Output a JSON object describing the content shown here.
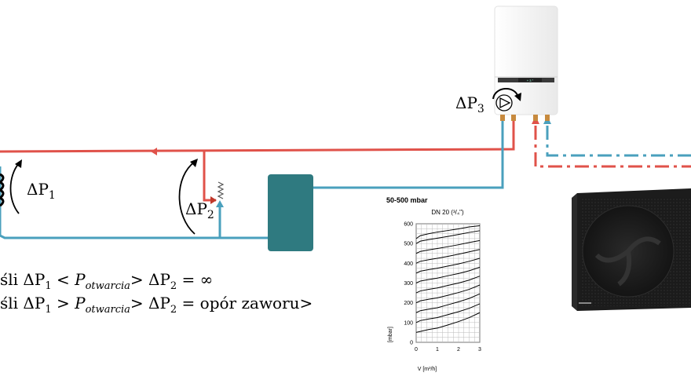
{
  "labels": {
    "dp1": "ΔP",
    "dp1_sub": "1",
    "dp2": "ΔP",
    "dp2_sub": "2",
    "dp3": "ΔP",
    "dp3_sub": "3"
  },
  "equations": {
    "line1": "śli ΔP₁ < Potwarcia> ΔP₂ = ∞",
    "line2": "śli ΔP₁ > Potwarcia> ΔP₂ =  opór zaworu>"
  },
  "boiler": {
    "display_text": "+ 3 °"
  },
  "colors": {
    "supply": "#e0524a",
    "return": "#4aa0bd",
    "tank": "#2f7a80",
    "boiler": "#f7f7f7",
    "heat_pump": "#1c1c1c"
  },
  "chart_title": "50-500 mbar",
  "chart_data": {
    "type": "line",
    "title": "DN 20 (³/₄\")",
    "xlabel": "V [m³/h]",
    "ylabel": "[mbar]",
    "xlim": [
      0,
      3
    ],
    "ylim": [
      0,
      600
    ],
    "xticks": [
      "0",
      "1",
      "2",
      "3"
    ],
    "yticks": [
      "0",
      "100",
      "200",
      "300",
      "400",
      "500",
      "600"
    ],
    "grid": true,
    "series": [
      {
        "x": [
          0,
          0.2,
          0.6,
          1,
          1.5,
          2,
          2.5,
          3
        ],
        "y": [
          50,
          55,
          65,
          72,
          88,
          105,
          125,
          150
        ]
      },
      {
        "x": [
          0,
          0.2,
          0.6,
          1,
          1.5,
          2,
          2.5,
          3
        ],
        "y": [
          100,
          110,
          118,
          125,
          140,
          155,
          172,
          195
        ]
      },
      {
        "x": [
          0,
          0.2,
          0.6,
          1,
          1.5,
          2,
          2.5,
          3
        ],
        "y": [
          150,
          160,
          168,
          175,
          190,
          205,
          222,
          245
        ]
      },
      {
        "x": [
          0,
          0.2,
          0.6,
          1,
          1.5,
          2,
          2.5,
          3
        ],
        "y": [
          200,
          210,
          218,
          225,
          238,
          252,
          268,
          290
        ]
      },
      {
        "x": [
          0,
          0.2,
          0.6,
          1,
          1.5,
          2,
          2.5,
          3
        ],
        "y": [
          250,
          260,
          268,
          275,
          288,
          300,
          315,
          335
        ]
      },
      {
        "x": [
          0,
          0.2,
          0.6,
          1,
          1.5,
          2,
          2.5,
          3
        ],
        "y": [
          300,
          310,
          318,
          325,
          337,
          348,
          362,
          380
        ]
      },
      {
        "x": [
          0,
          0.2,
          0.6,
          1,
          1.5,
          2,
          2.5,
          3
        ],
        "y": [
          350,
          360,
          368,
          375,
          386,
          397,
          410,
          425
        ]
      },
      {
        "x": [
          0,
          0.2,
          0.6,
          1,
          1.5,
          2,
          2.5,
          3
        ],
        "y": [
          400,
          410,
          418,
          425,
          435,
          446,
          458,
          470
        ]
      },
      {
        "x": [
          0,
          0.2,
          0.6,
          1,
          1.5,
          2,
          2.5,
          3
        ],
        "y": [
          450,
          460,
          468,
          475,
          484,
          494,
          505,
          515
        ]
      },
      {
        "x": [
          0,
          0.2,
          0.6,
          1,
          1.5,
          2,
          2.5,
          3
        ],
        "y": [
          500,
          512,
          520,
          527,
          536,
          546,
          556,
          565
        ]
      },
      {
        "x": [
          0,
          0.2,
          0.6,
          1,
          1.5,
          2,
          2.5,
          3
        ],
        "y": [
          525,
          540,
          550,
          558,
          566,
          574,
          584,
          590
        ]
      }
    ]
  }
}
